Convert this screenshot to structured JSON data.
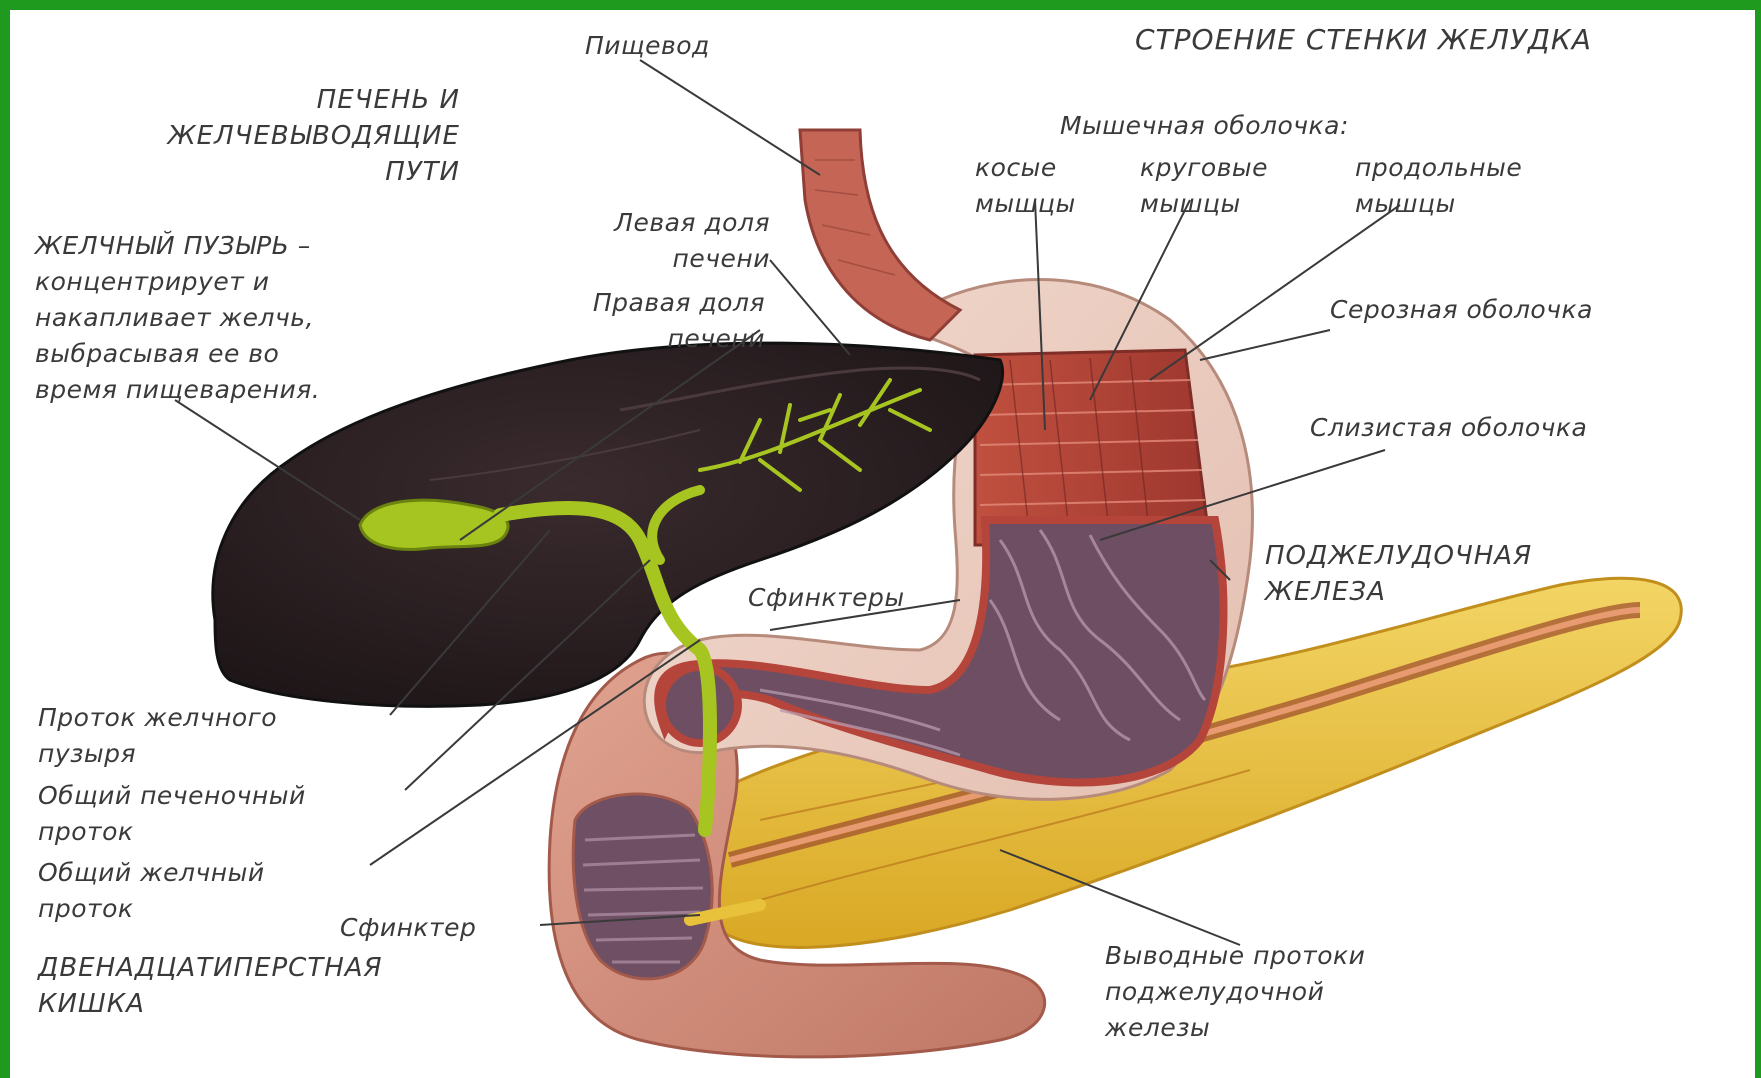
{
  "title": "СТРОЕНИЕ СТЕНКИ ЖЕЛУДКА",
  "liver_title": "ПЕЧЕНЬ И\nЖЕЛЧЕВЫВОДЯЩИЕ\nПУТИ",
  "labels": {
    "esophagus": "Пищевод",
    "muscular_coat": "Мышечная оболочка:",
    "oblique_muscles": "косые\nмышцы",
    "circular_muscles": "круговые\nмышцы",
    "longitudinal_muscles": "продольные\nмышцы",
    "serous_coat": "Серозная оболочка",
    "mucous_coat": "Слизистая оболочка",
    "pancreas": "ПОДЖЕЛУДОЧНАЯ\nЖЕЛЕЗА",
    "left_lobe": "Левая доля\nпечени",
    "right_lobe": "Правая доля\nпечени",
    "gallbladder": "ЖЕЛЧНЫЙ ПУЗЫРЬ –\nконцентрирует и\nнакапливает желчь,\nвыбрасывая ее во\nвремя пищеварения.",
    "sphincters": "Сфинктеры",
    "cystic_duct": "Проток желчного\nпузыря",
    "common_hepatic_duct": "Общий печеночный\nпроток",
    "common_bile_duct": "Общий желчный\nпроток",
    "sphincter": "Сфинктер",
    "duodenum": "ДВЕНАДЦАТИПЕРСТНАЯ\nКИШКА",
    "pancreatic_ducts": "Выводные протоки\nподжелудочной\nжелезы"
  },
  "colors": {
    "frame": "#1f9a1f",
    "liver": "#2a1f22",
    "bile": "#a7c520",
    "stomach_muscle": "#b5453b",
    "serosa": "#ecd2c8",
    "mucosa": "#6d4e62",
    "pancreas": "#e8c23a",
    "duodenum": "#d28e7c",
    "leader": "#3a3a3a"
  }
}
